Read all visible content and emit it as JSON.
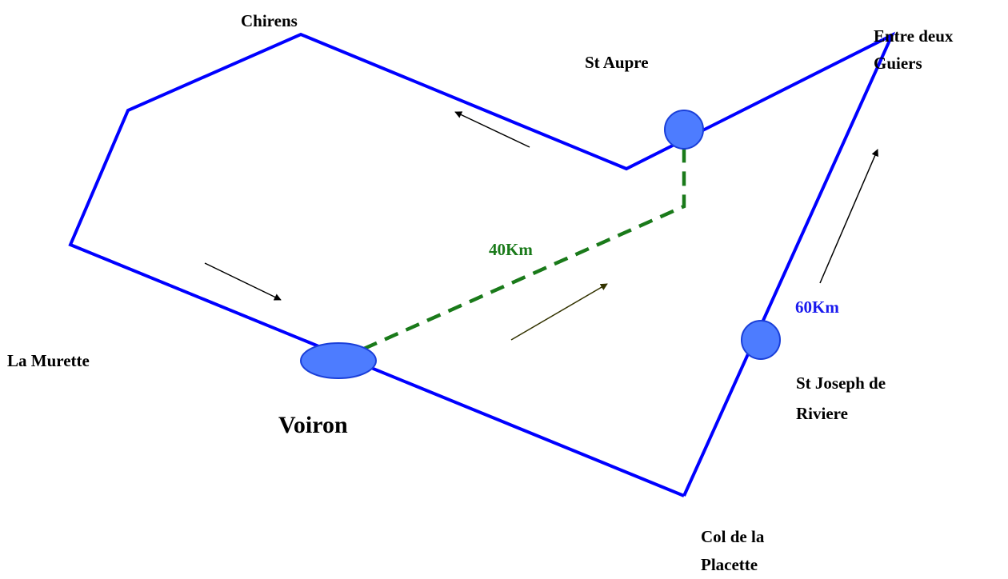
{
  "places": {
    "chirens": "Chirens",
    "st_aupre": "St Aupre",
    "entre_deux_guiers_line1": "Entre deux",
    "entre_deux_guiers_line2": "Guiers",
    "la_murette": "La Murette",
    "voiron": "Voiron",
    "st_joseph_line1": "St Joseph de",
    "st_joseph_line2": "Riviere",
    "col_line1": "Col de la",
    "col_line2": "Placette"
  },
  "distances": {
    "short_route": "40Km",
    "long_route": "60Km"
  },
  "colors": {
    "route": "#0000ff",
    "shortcut": "#1a7a1a",
    "marker_fill": "#4d7cff",
    "marker_stroke": "#1a3fd9",
    "arrow": "#000000",
    "arrow_alt": "#333300",
    "long_label": "#1a1aee",
    "short_label": "#1a7a1a"
  }
}
